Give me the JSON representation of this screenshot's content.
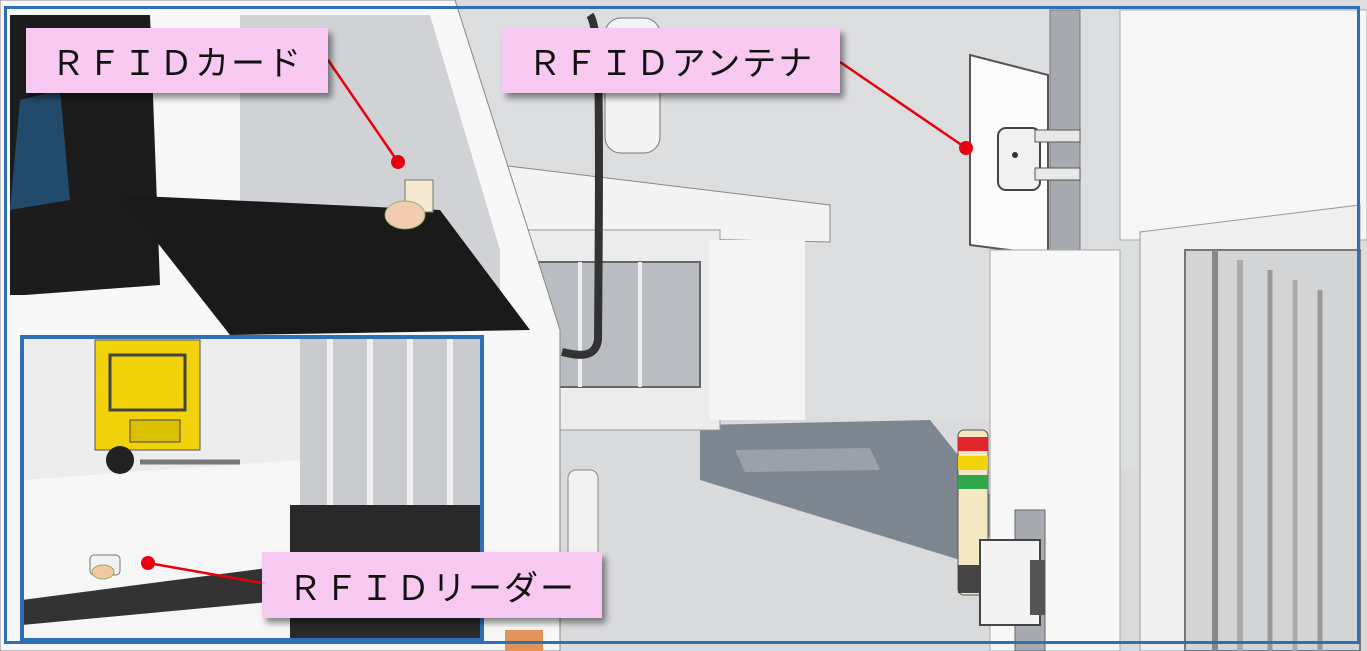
{
  "labels": {
    "rfid_card": "ＲＦＩＤカード",
    "rfid_antenna": "ＲＦＩＤアンテナ",
    "rfid_reader": "ＲＦＩＤリーダー"
  },
  "colors": {
    "callout_bg": "#f7c8f0",
    "leader_line": "#e8000f",
    "frame_border": "#2f6fb3",
    "forklift": "#f2d20a",
    "signal_red": "#e0262a",
    "signal_yellow": "#f2d20a",
    "signal_green": "#2fa84a"
  }
}
